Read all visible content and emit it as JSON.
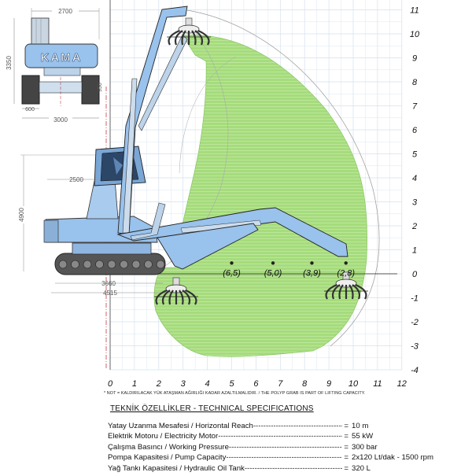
{
  "brand": {
    "logo_text": "KAMA"
  },
  "front_view": {
    "dims": [
      "2700",
      "3350",
      "950",
      "600",
      "3000"
    ]
  },
  "side_view": {
    "dims": [
      "2500",
      "4900",
      "3660",
      "4515"
    ]
  },
  "chart_data": {
    "type": "diagram",
    "x_ticks": [
      "0",
      "1",
      "2",
      "3",
      "4",
      "5",
      "6",
      "7",
      "8",
      "9",
      "10",
      "11",
      "12"
    ],
    "y_ticks": [
      "11",
      "10",
      "9",
      "8",
      "7",
      "6",
      "5",
      "4",
      "3",
      "2",
      "1",
      "0",
      "-1",
      "-2",
      "-3",
      "-4"
    ],
    "xlim": [
      0,
      12
    ],
    "ylim": [
      -4,
      11.2
    ],
    "grid": true,
    "capacities": [
      {
        "x": 5,
        "y": 0.45,
        "label": "(6,5)"
      },
      {
        "x": 6.7,
        "y": 0.45,
        "label": "(5,0)"
      },
      {
        "x": 8.3,
        "y": 0.45,
        "label": "(3,9)"
      },
      {
        "x": 9.7,
        "y": 0.45,
        "label": "(2,8)"
      }
    ]
  },
  "note": "* NOT = KALDIRILACAK YÜK ATAŞMAN AĞIRLIĞI KADAR AZALTILMALIDIR. / THE POLYP GRAB IS PART OF LIFTING CAPACITY.",
  "specs": {
    "title": "TEKNİK ÖZELLİKLER - TECHNICAL SPECIFICATIONS",
    "items": [
      {
        "label": "Yatay Uzanma Mesafesi / Horizontal Reach ",
        "value": "10 m"
      },
      {
        "label": "Elektrik Motoru / Electricity Motor ",
        "value": "55 kW"
      },
      {
        "label": "Çalışma Basıncı / Working Pressure ",
        "value": "300 bar"
      },
      {
        "label": "Pompa Kapasitesi / Pump Capacity ",
        "value": "2x120 Lt/dak - 1500 rpm"
      },
      {
        "label": "Yağ Tankı Kapasitesi / Hydraulic Oil Tank ",
        "value": "320 L"
      }
    ]
  },
  "colors": {
    "envelope": "#a6dc7c",
    "machine": "#99c2ec",
    "grid": "#d3e1ee",
    "grab": "#333333"
  }
}
